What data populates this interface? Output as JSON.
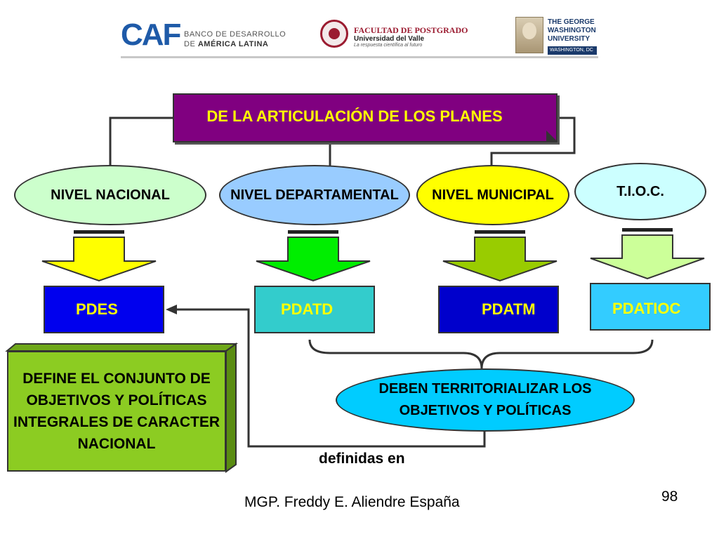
{
  "logos": {
    "caf_mark": "CAF",
    "caf_text_line1": "BANCO DE DESARROLLO",
    "caf_text_line2_prefix": "DE ",
    "caf_text_line2_bold": "AMÉRICA LATINA",
    "uv_title": "FACULTAD DE POSTGRADO",
    "uv_subtitle": "Universidad del Valle",
    "uv_tagline": "La respuesta científica al futuro",
    "gw_name": "THE GEORGE WASHINGTON UNIVERSITY",
    "gw_city": "WASHINGTON, DC"
  },
  "title": "DE LA ARTICULACIÓN DE LOS PLANES",
  "levels": [
    {
      "label": "NIVEL NACIONAL",
      "color": "#ccffcc"
    },
    {
      "label": "NIVEL DEPARTAMENTAL",
      "color": "#99ccff"
    },
    {
      "label": "NIVEL MUNICIPAL",
      "color": "#ffff00"
    },
    {
      "label": "T.I.O.C.",
      "color": "#ccffff"
    }
  ],
  "plans": [
    {
      "label": "PDES",
      "color": "#0000ee"
    },
    {
      "label": "PDATD",
      "color": "#33cccc"
    },
    {
      "label": "PDATM",
      "color": "#0000cc"
    },
    {
      "label": "PDATIOC",
      "color": "#33ccff"
    }
  ],
  "arrow_colors": [
    "#ffff00",
    "#00ee00",
    "#99cc00",
    "#ccff99"
  ],
  "national_note": "DEFINE EL CONJUNTO DE OBJETIVOS Y POLÍTICAS INTEGRALES DE CARACTER NACIONAL",
  "territorial_note": "DEBEN TERRITORIALIZAR LOS OBJETIVOS Y POLÍTICAS",
  "connector_label": "definidas en",
  "footer": {
    "author": "MGP. Freddy E. Aliendre España",
    "page_number": "98"
  }
}
